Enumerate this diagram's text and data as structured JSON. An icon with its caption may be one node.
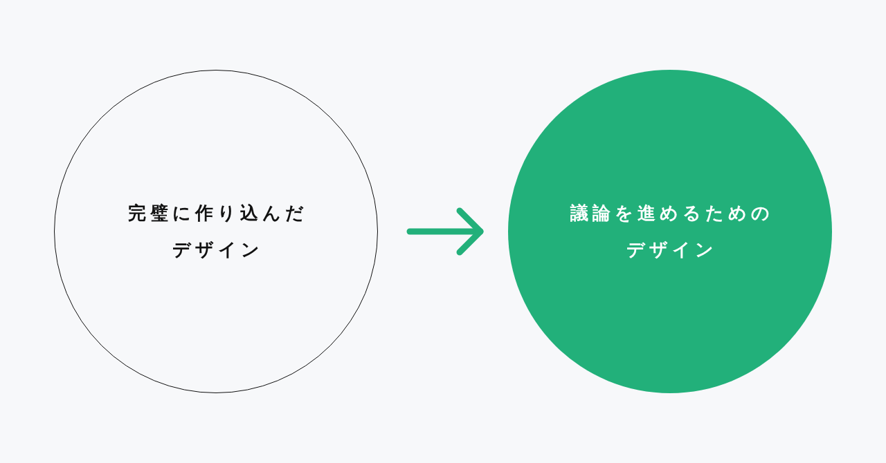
{
  "diagram": {
    "nodes": [
      {
        "text": [
          "完璧に作り込んだデザイン"
        ]
      },
      {
        "text": [
          "議論を進めるためのデザイン"
        ]
      }
    ],
    "edges": [
      {
        "from": 0,
        "to": 1,
        "arrow": "to"
      }
    ]
  }
}
